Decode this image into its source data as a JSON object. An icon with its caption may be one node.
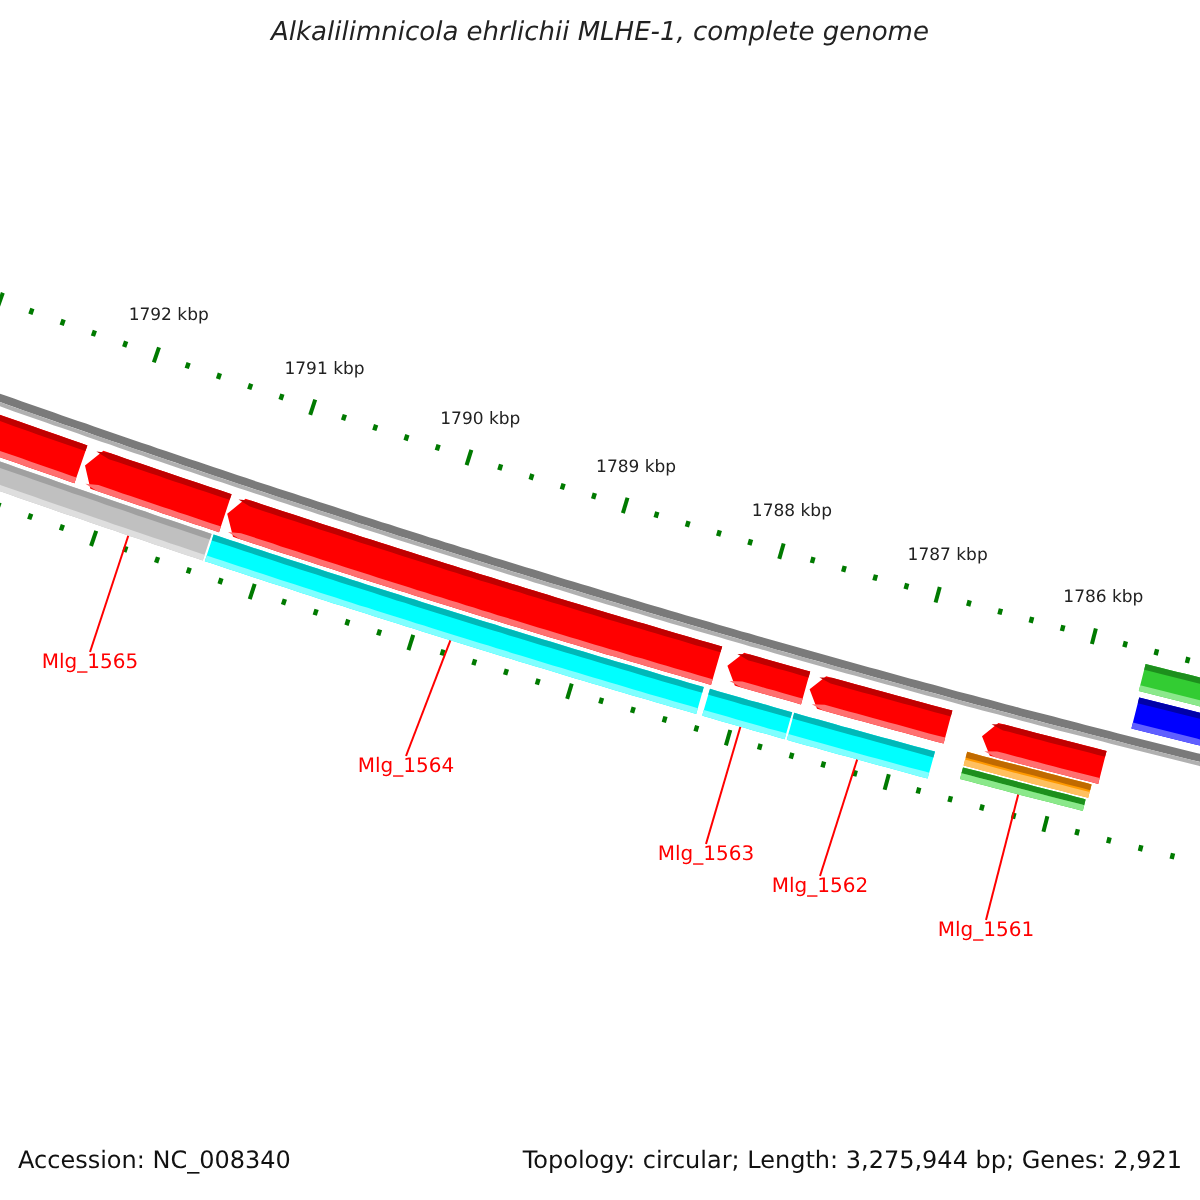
{
  "diagram": {
    "title": "Alkalilimnicola ehrlichii MLHE-1, complete genome",
    "nodes": [
      {
        "text": [
          "Mlg_1565"
        ]
      },
      {
        "text": [
          "Mlg_1564"
        ]
      },
      {
        "text": [
          "Mlg_1563"
        ]
      },
      {
        "text": [
          "Mlg_1562"
        ]
      },
      {
        "text": [
          "Mlg_1561"
        ]
      },
      {
        "text": [],
        "shape": "bar"
      },
      {
        "text": [],
        "shape": "bar"
      },
      {
        "text": [],
        "shape": "bar"
      },
      {
        "text": [],
        "shape": "bar"
      },
      {
        "text": [],
        "shape": "bar"
      }
    ],
    "edges": [
      {
        "from": 0,
        "to": 5,
        "arrow": "none"
      },
      {
        "from": 1,
        "to": 6,
        "arrow": "none"
      },
      {
        "from": 2,
        "to": 7,
        "arrow": "none"
      },
      {
        "from": 3,
        "to": 8,
        "arrow": "none"
      },
      {
        "from": 4,
        "to": 9,
        "arrow": "none"
      }
    ],
    "labels": [
      "1792 kbp",
      "1791 kbp",
      "1790 kbp",
      "1789 kbp",
      "1788 kbp",
      "1787 kbp",
      "1786 kbp",
      "Accession: NC_008340",
      "Topology: circular; Length: 3,275,944 bp; Genes: 2,921"
    ]
  }
}
